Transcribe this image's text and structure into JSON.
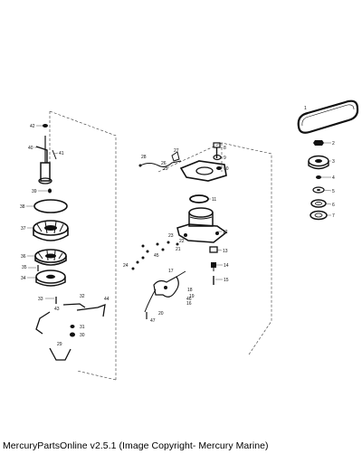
{
  "footer": {
    "text": "MercuryPartsOnline v2.5.1 (Image Copyright- Mercury Marine)"
  },
  "callouts": [
    "1",
    "2",
    "3",
    "4",
    "5",
    "6",
    "7",
    "8",
    "9",
    "10",
    "11",
    "12",
    "13",
    "14",
    "15",
    "16",
    "17",
    "18",
    "19",
    "20",
    "21",
    "22",
    "23",
    "24",
    "25",
    "26",
    "27",
    "28",
    "29",
    "30",
    "31",
    "32",
    "33",
    "34",
    "35",
    "36",
    "37",
    "38",
    "39",
    "40",
    "41",
    "42",
    "43",
    "44",
    "45",
    "46",
    "47"
  ]
}
